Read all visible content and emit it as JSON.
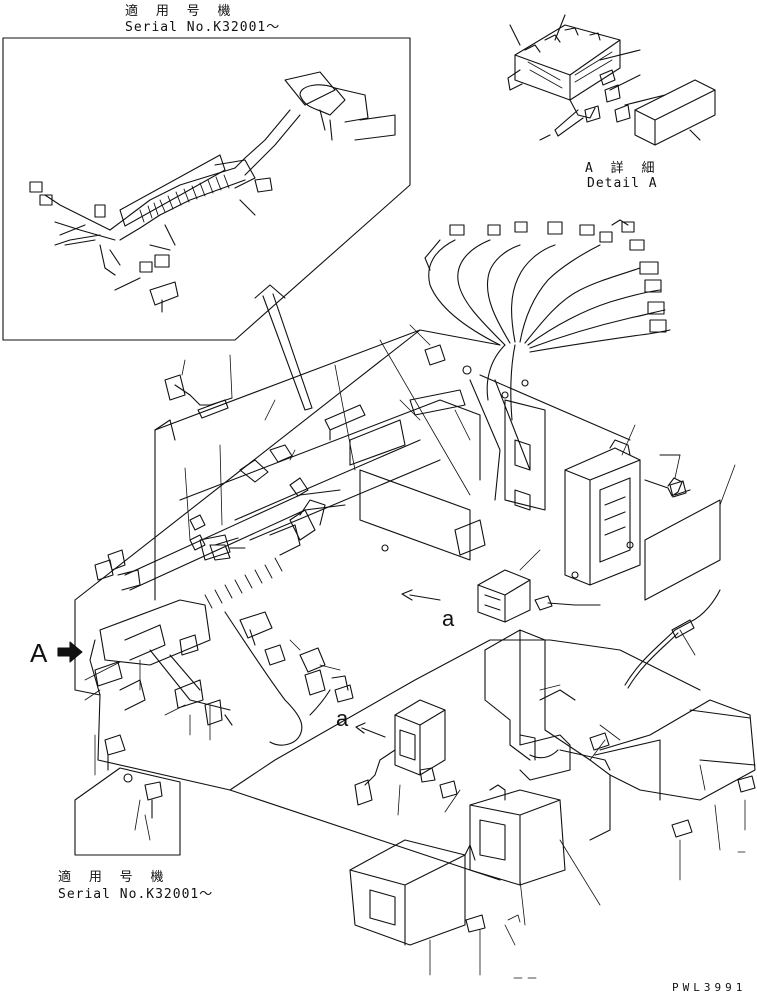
{
  "labels": {
    "top_applicable": "適 用 号 機",
    "top_serial": "Serial No.K32001～",
    "detail_a_jp": "A 詳 細",
    "detail_a_en": "Detail A",
    "view_a": "A",
    "arrow_a1": "a",
    "arrow_a2": "a",
    "bottom_applicable": "適 用 号 機",
    "bottom_serial": "Serial No.K32001～",
    "drawing_number": "PWL3991"
  },
  "colors": {
    "line": "#111111",
    "background": "#ffffff"
  }
}
